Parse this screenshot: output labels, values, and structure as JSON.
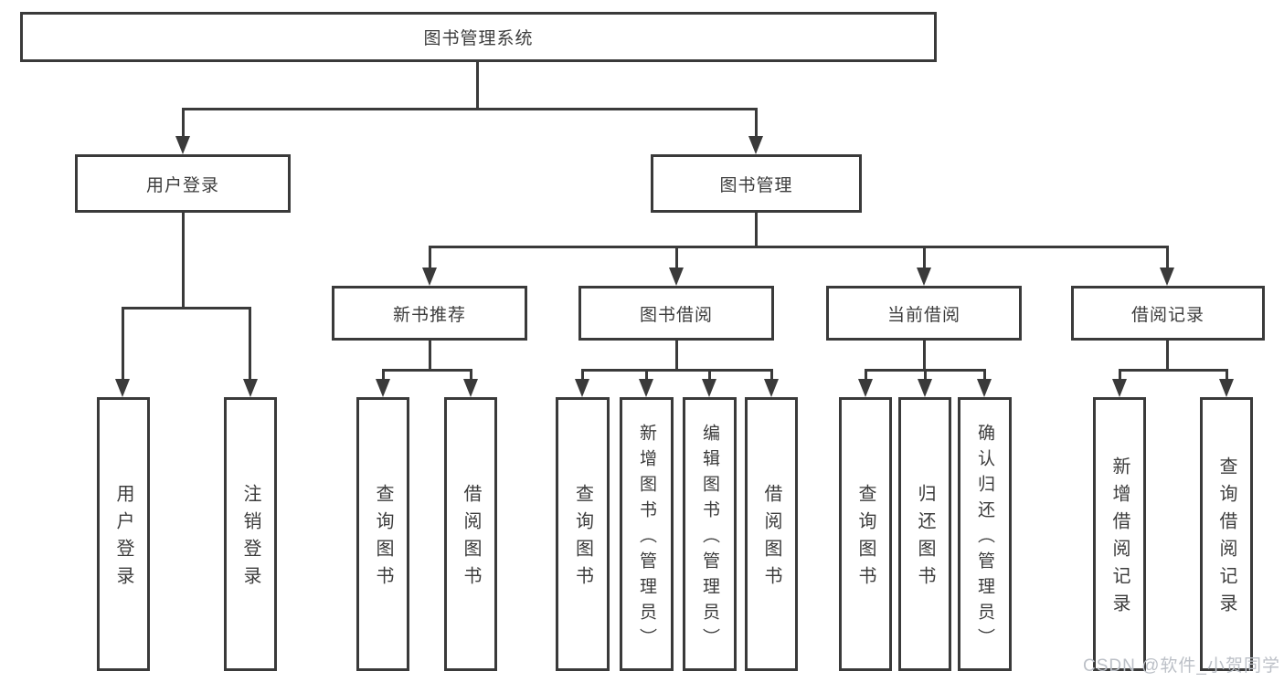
{
  "diagram": {
    "title": "图书管理系统",
    "level2": {
      "user_login": "用户登录",
      "book_management": "图书管理"
    },
    "level3": [
      "新书推荐",
      "图书借阅",
      "当前借阅",
      "借阅记录"
    ],
    "leaves": {
      "user_login_group": [
        "用户登录",
        "注销登录"
      ],
      "new_book_group": [
        "查询图书",
        "借阅图书"
      ],
      "book_borrow_group": [
        "查询图书",
        "新增图书（管理员）",
        "编辑图书（管理员）",
        "借阅图书"
      ],
      "current_borrow_group": [
        "查询图书",
        "归还图书",
        "确认归还（管理员）"
      ],
      "borrow_record_group": [
        "新增借阅记录",
        "查询借阅记录"
      ]
    }
  },
  "colors": {
    "line": "#3a3a3a",
    "box_border": "#3a3a3a",
    "text": "#3c3c3c",
    "background": "#ffffff",
    "watermark": "#bcc0c7"
  },
  "watermark": {
    "text": "CSDN @软件_小贺同学"
  }
}
